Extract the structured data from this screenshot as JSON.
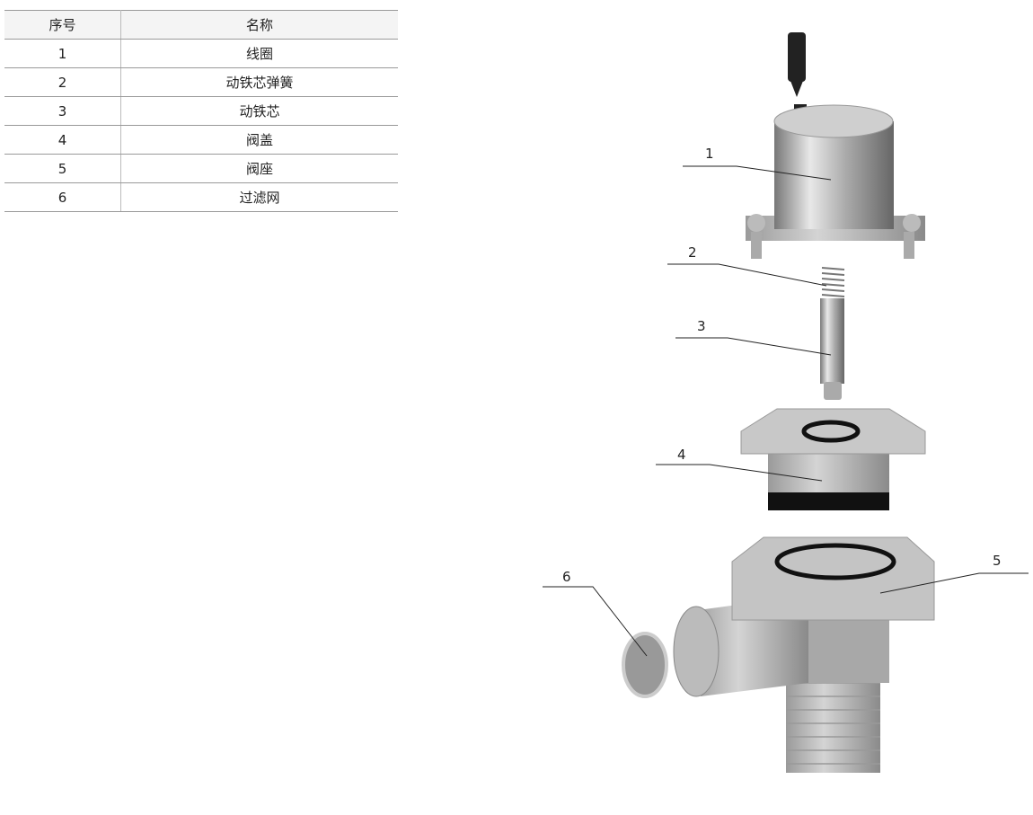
{
  "table": {
    "headers": [
      "序号",
      "名称"
    ],
    "rows": [
      {
        "no": "1",
        "name": "线圈"
      },
      {
        "no": "2",
        "name": "动铁芯弹簧"
      },
      {
        "no": "3",
        "name": "动铁芯"
      },
      {
        "no": "4",
        "name": "阀盖"
      },
      {
        "no": "5",
        "name": "阀座"
      },
      {
        "no": "6",
        "name": "过滤网"
      }
    ]
  },
  "callouts": [
    "1",
    "2",
    "3",
    "4",
    "5",
    "6"
  ]
}
